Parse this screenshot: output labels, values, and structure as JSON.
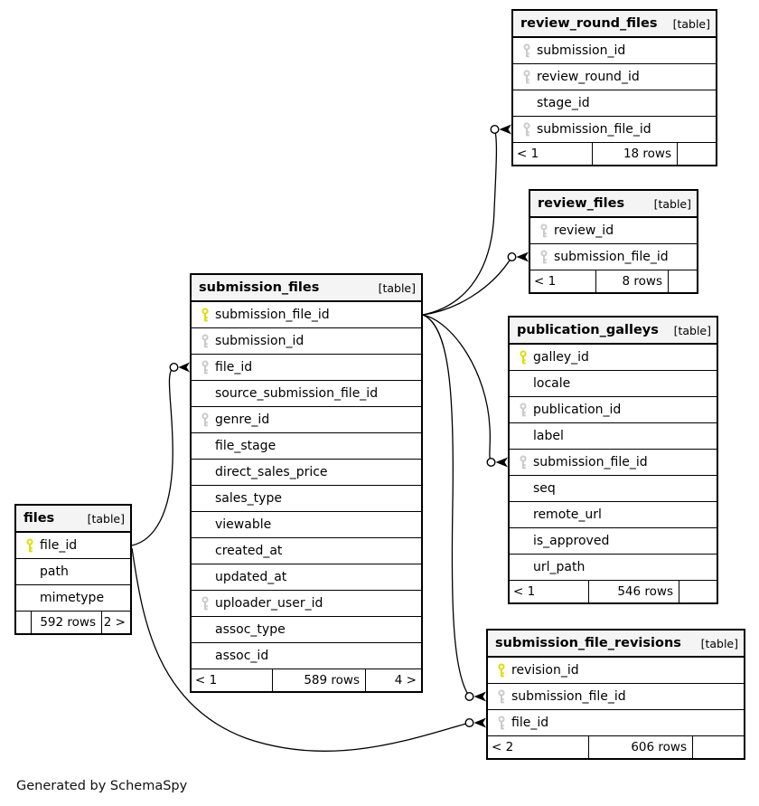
{
  "diagram": {
    "generator_note": "Generated by SchemaSpy"
  },
  "colors": {
    "primary_key": "#dddd00",
    "foreign_key": "#c9c9c9",
    "header_bg": "#f4f4f4",
    "border": "#000000",
    "line": "#000000"
  },
  "icons": {
    "primary_key_icon": "key-icon",
    "foreign_key_icon": "key-icon",
    "relationship_end": "crow-foot-circle"
  },
  "tables": [
    {
      "name": "review_round_files",
      "tag": "[table]",
      "columns": [
        {
          "name": "submission_id",
          "key": "foreign"
        },
        {
          "name": "review_round_id",
          "key": "foreign"
        },
        {
          "name": "stage_id",
          "key": "none"
        },
        {
          "name": "submission_file_id",
          "key": "foreign"
        }
      ],
      "footer": {
        "left": "< 1",
        "center": "18 rows",
        "right": ""
      }
    },
    {
      "name": "review_files",
      "tag": "[table]",
      "columns": [
        {
          "name": "review_id",
          "key": "foreign"
        },
        {
          "name": "submission_file_id",
          "key": "foreign"
        }
      ],
      "footer": {
        "left": "< 1",
        "center": "8 rows",
        "right": ""
      }
    },
    {
      "name": "publication_galleys",
      "tag": "[table]",
      "columns": [
        {
          "name": "galley_id",
          "key": "primary"
        },
        {
          "name": "locale",
          "key": "none"
        },
        {
          "name": "publication_id",
          "key": "foreign"
        },
        {
          "name": "label",
          "key": "none"
        },
        {
          "name": "submission_file_id",
          "key": "foreign"
        },
        {
          "name": "seq",
          "key": "none"
        },
        {
          "name": "remote_url",
          "key": "none"
        },
        {
          "name": "is_approved",
          "key": "none"
        },
        {
          "name": "url_path",
          "key": "none"
        }
      ],
      "footer": {
        "left": "< 1",
        "center": "546 rows",
        "right": ""
      }
    },
    {
      "name": "submission_files",
      "tag": "[table]",
      "columns": [
        {
          "name": "submission_file_id",
          "key": "primary"
        },
        {
          "name": "submission_id",
          "key": "foreign"
        },
        {
          "name": "file_id",
          "key": "foreign"
        },
        {
          "name": "source_submission_file_id",
          "key": "none"
        },
        {
          "name": "genre_id",
          "key": "foreign"
        },
        {
          "name": "file_stage",
          "key": "none"
        },
        {
          "name": "direct_sales_price",
          "key": "none"
        },
        {
          "name": "sales_type",
          "key": "none"
        },
        {
          "name": "viewable",
          "key": "none"
        },
        {
          "name": "created_at",
          "key": "none"
        },
        {
          "name": "updated_at",
          "key": "none"
        },
        {
          "name": "uploader_user_id",
          "key": "foreign"
        },
        {
          "name": "assoc_type",
          "key": "none"
        },
        {
          "name": "assoc_id",
          "key": "none"
        }
      ],
      "footer": {
        "left": "< 1",
        "center": "589 rows",
        "right": "4 >"
      }
    },
    {
      "name": "files",
      "tag": "[table]",
      "columns": [
        {
          "name": "file_id",
          "key": "primary"
        },
        {
          "name": "path",
          "key": "none"
        },
        {
          "name": "mimetype",
          "key": "none"
        }
      ],
      "footer": {
        "left": "",
        "center": "592 rows",
        "right": "2 >"
      }
    },
    {
      "name": "submission_file_revisions",
      "tag": "[table]",
      "columns": [
        {
          "name": "revision_id",
          "key": "primary"
        },
        {
          "name": "submission_file_id",
          "key": "foreign"
        },
        {
          "name": "file_id",
          "key": "foreign"
        }
      ],
      "footer": {
        "left": "< 2",
        "center": "606 rows",
        "right": ""
      }
    }
  ]
}
